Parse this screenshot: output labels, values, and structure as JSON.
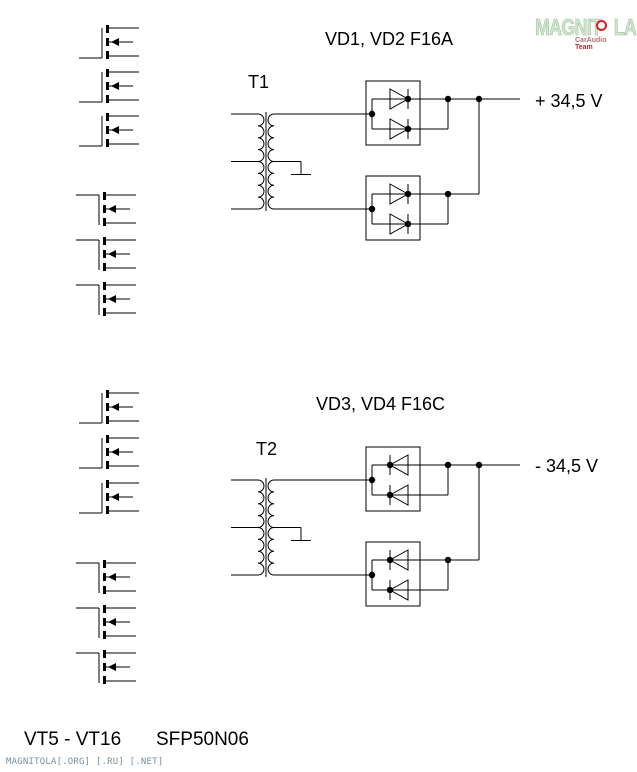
{
  "title": "Power supply rectifier schematic",
  "logo": {
    "main_text": "MAGNIT",
    "main_text_end": "LA",
    "subtitle": "CarAudio",
    "subtitle_team": "Team"
  },
  "upper_section": {
    "transformer_label": "T1",
    "diodes_label": "VD1, VD2  F16A",
    "output_label": "+ 34,5 V",
    "diode_direction": "forward",
    "transistor_count": 6
  },
  "lower_section": {
    "transformer_label": "T2",
    "diodes_label": "VD3, VD4  F16C",
    "output_label": "- 34,5 V",
    "diode_direction": "reverse",
    "transistor_count": 6
  },
  "footer": {
    "transistors_label": "VT5 - VT16",
    "transistor_part": "SFP50N06",
    "watermark": "MAGNITOLA[.ORG] [.RU] [.NET]"
  },
  "colors": {
    "line": "#000000",
    "background": "#ffffff",
    "logo_green": "#9bc59b",
    "logo_red": "#c42a2a",
    "watermark": "#7a8fa0"
  }
}
